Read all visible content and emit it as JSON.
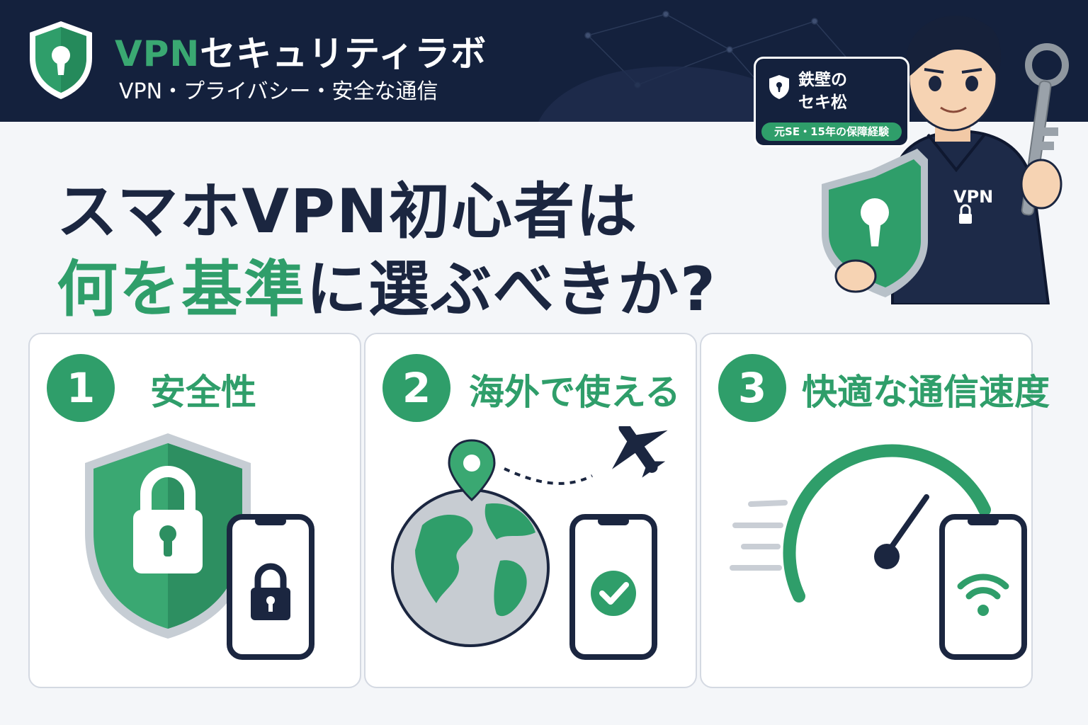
{
  "header": {
    "brand_vpn": "VPN",
    "brand_rest": "セキュリティラボ",
    "subtitle": "VPN・プライバシー・安全な通信"
  },
  "headline": {
    "line1": "スマホVPN初心者は",
    "line2_highlight": "何を基準",
    "line2_rest": "に選ぶべきか?"
  },
  "author_badge": {
    "name": "鉄壁の\nセキ松",
    "credential": "元SE・15年の保障経験"
  },
  "mascot": {
    "hoodie_text": "VPN"
  },
  "cards": [
    {
      "number": "1",
      "title": "安全性",
      "icon": "shield-lock-phone-icon"
    },
    {
      "number": "2",
      "title": "海外で使える",
      "icon": "globe-plane-phone-icon"
    },
    {
      "number": "3",
      "title": "快適な通信速度",
      "icon": "speedometer-wifi-phone-icon"
    }
  ],
  "colors": {
    "navy": "#14213d",
    "accent_green": "#2f9e6a",
    "text_dark": "#1b2640"
  }
}
